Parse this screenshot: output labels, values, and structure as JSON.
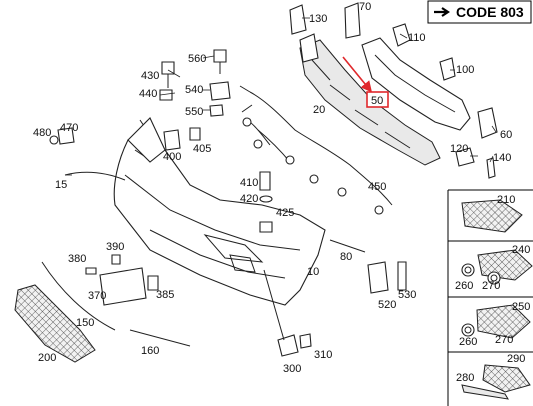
{
  "code_box": {
    "label": "CODE 803",
    "arrow_icon": "right-arrow-icon"
  },
  "highlight": {
    "label": "50",
    "color": "#e0282c"
  },
  "labels": {
    "p10": "10",
    "p15": "15",
    "p20": "20",
    "p50": "50",
    "p60": "60",
    "p70": "70",
    "p80": "80",
    "p100": "100",
    "p110": "110",
    "p120": "120",
    "p130": "130",
    "p140": "140",
    "p150": "150",
    "p160": "160",
    "p200": "200",
    "p210": "210",
    "p240": "240",
    "p250": "250",
    "p260a": "260",
    "p260b": "260",
    "p270a": "270",
    "p270b": "270",
    "p280": "280",
    "p290": "290",
    "p300": "300",
    "p310": "310",
    "p370": "370",
    "p380": "380",
    "p385": "385",
    "p390": "390",
    "p400": "400",
    "p405": "405",
    "p410": "410",
    "p420": "420",
    "p425": "425",
    "p430": "430",
    "p440": "440",
    "p450": "450",
    "p470": "470",
    "p480": "480",
    "p520": "520",
    "p530": "530",
    "p540": "540",
    "p550": "550",
    "p560": "560"
  }
}
